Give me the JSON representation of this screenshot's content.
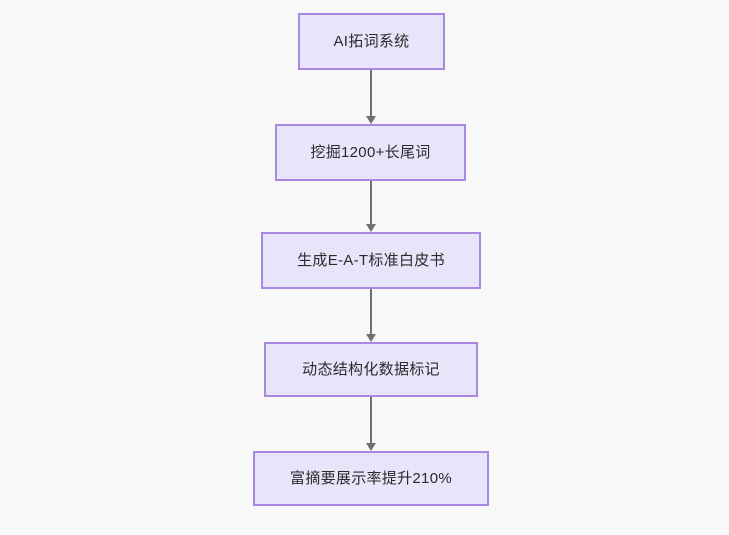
{
  "diagram": {
    "type": "flowchart",
    "orientation": "top-to-bottom",
    "background_color": "#f8f8f8",
    "node_fill_color": "#e8e4fa",
    "node_border_color": "#a888e0",
    "node_text_color": "#2b2b2b",
    "edge_color": "#707070",
    "nodes": [
      {
        "id": "n1",
        "label": "AI拓词系统"
      },
      {
        "id": "n2",
        "label": "挖掘1200+长尾词"
      },
      {
        "id": "n3",
        "label": "生成E-A-T标准白皮书"
      },
      {
        "id": "n4",
        "label": "动态结构化数据标记"
      },
      {
        "id": "n5",
        "label": "富摘要展示率提升210%"
      }
    ],
    "edges": [
      {
        "id": "e1",
        "from": "n1",
        "to": "n2",
        "label": ""
      },
      {
        "id": "e2",
        "from": "n2",
        "to": "n3",
        "label": ""
      },
      {
        "id": "e3",
        "from": "n3",
        "to": "n4",
        "label": ""
      },
      {
        "id": "e4",
        "from": "n4",
        "to": "n5",
        "label": ""
      }
    ]
  }
}
